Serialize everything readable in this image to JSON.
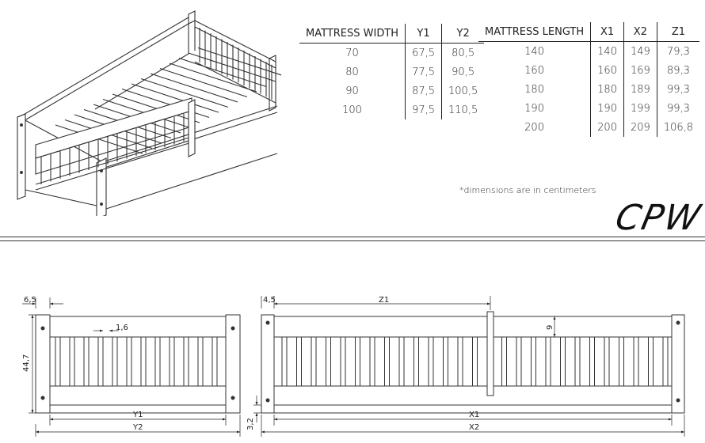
{
  "width_table": {
    "headers": [
      "MATTRESS WIDTH",
      "Y1",
      "Y2"
    ],
    "rows": [
      [
        "70",
        "67,5",
        "80,5"
      ],
      [
        "80",
        "77,5",
        "90,5"
      ],
      [
        "90",
        "87,5",
        "100,5"
      ],
      [
        "100",
        "97,5",
        "110,5"
      ]
    ]
  },
  "length_table": {
    "headers": [
      "MATTRESS LENGTH",
      "X1",
      "X2",
      "Z1"
    ],
    "rows": [
      [
        "140",
        "140",
        "149",
        "79,3"
      ],
      [
        "160",
        "160",
        "169",
        "89,3"
      ],
      [
        "180",
        "180",
        "189",
        "99,3"
      ],
      [
        "190",
        "190",
        "199",
        "99,3"
      ],
      [
        "200",
        "200",
        "209",
        "106,8"
      ]
    ]
  },
  "note": "*dimensions are in centimeters",
  "logo": "CPW",
  "drawing_labels": {
    "side_post_width": "6,5",
    "slat_width": "1,6",
    "side_height": "44,7",
    "inner_width": "Y1",
    "outer_width": "Y2",
    "front_post_width": "4,5",
    "guard_length": "Z1",
    "guard_gap": "9",
    "floor_clearance": "3,2",
    "inner_length": "X1",
    "outer_length": "X2"
  },
  "colors": {
    "line": "#222222",
    "frame": "#444444",
    "background": "#ffffff"
  }
}
